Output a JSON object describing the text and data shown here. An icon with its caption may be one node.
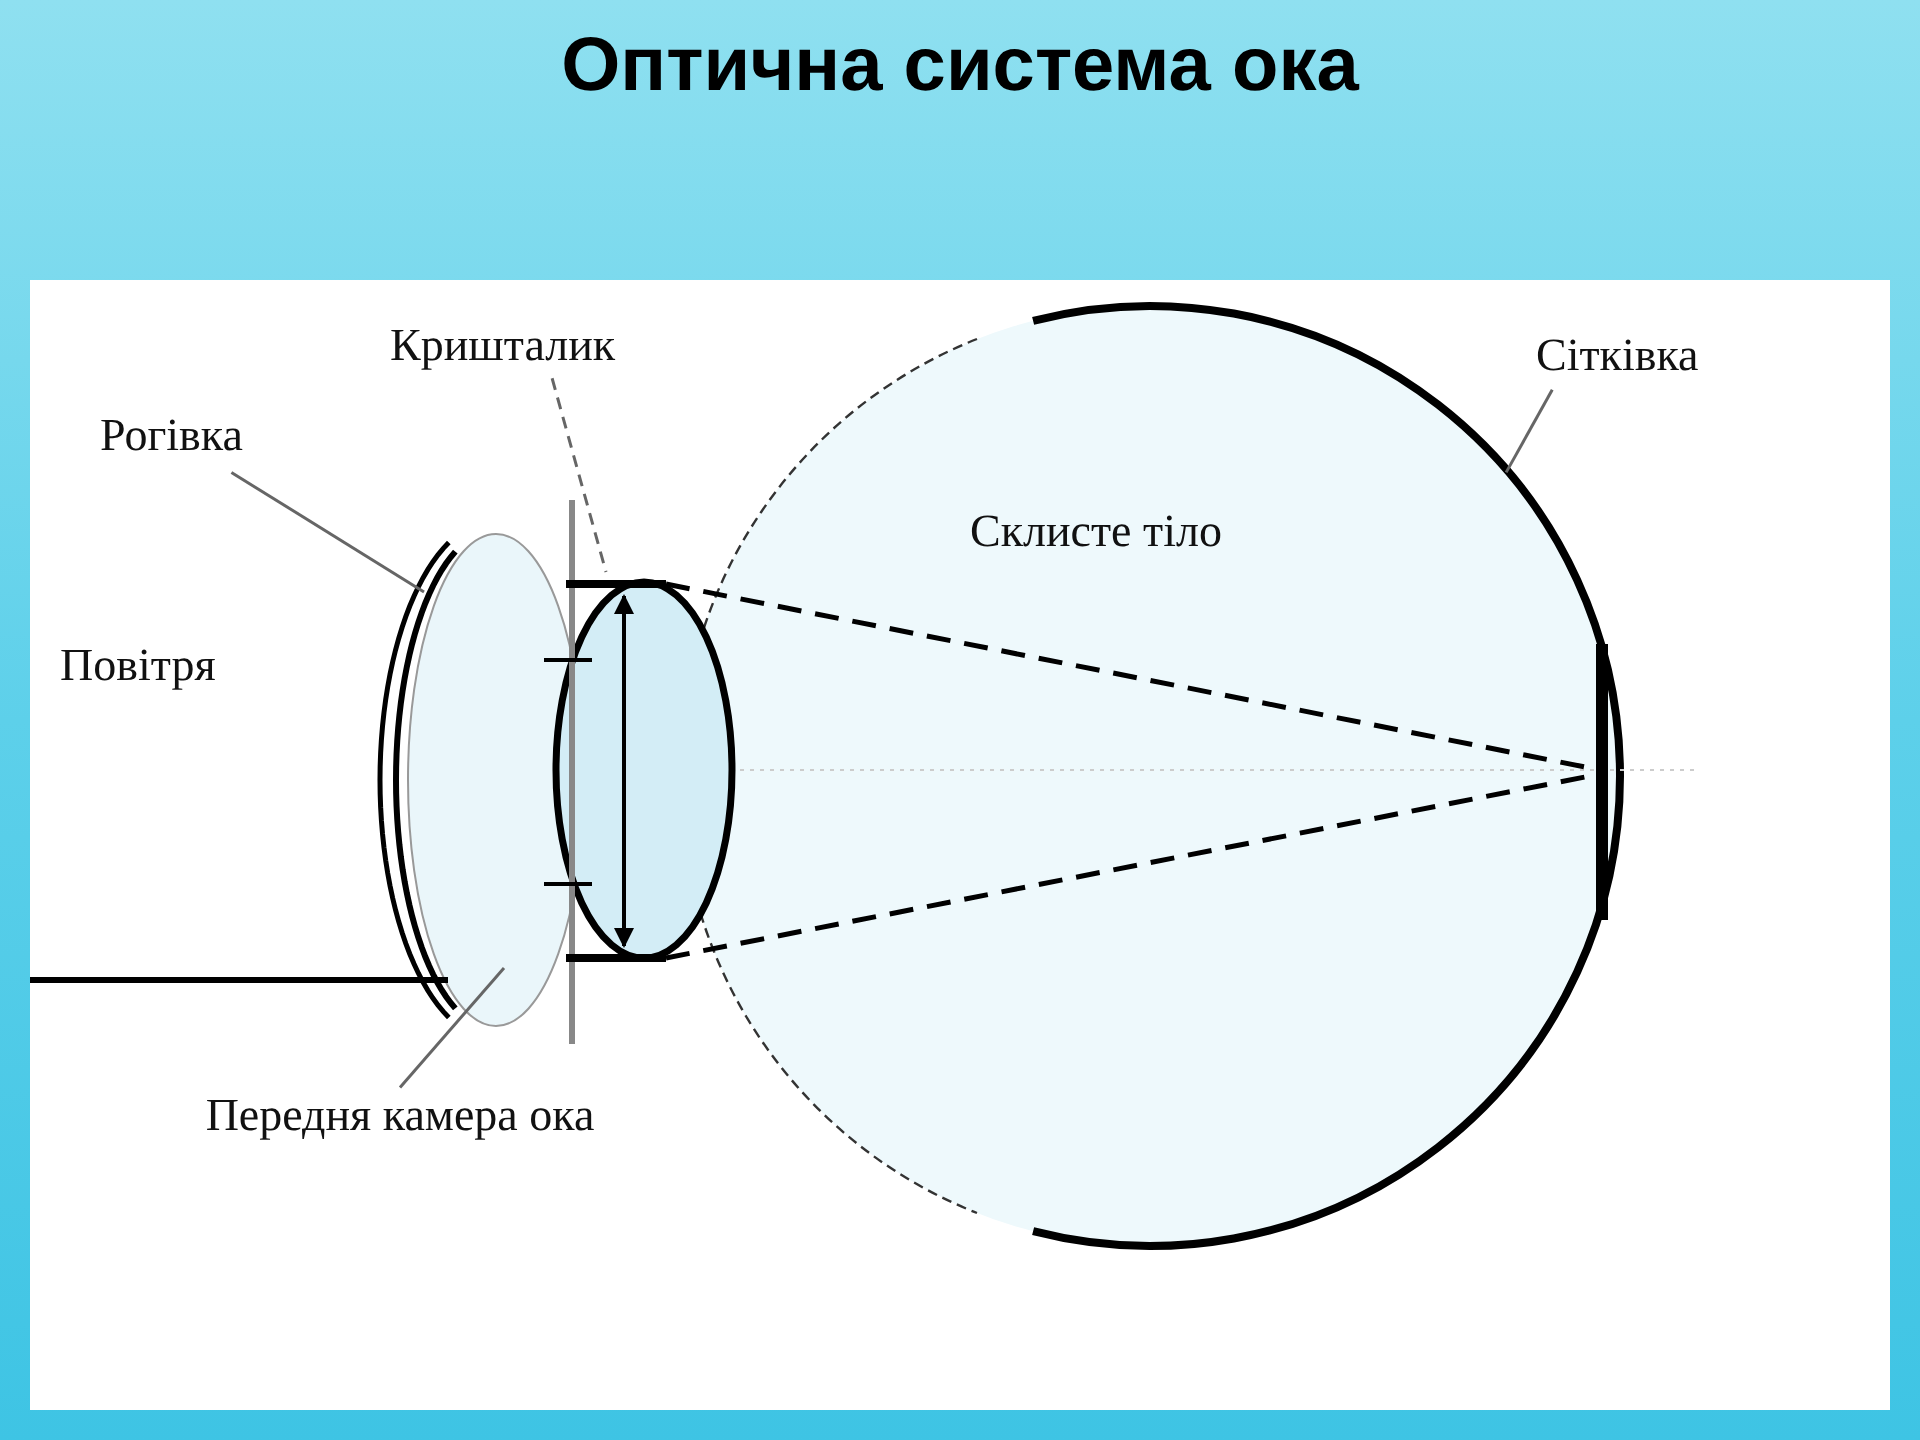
{
  "diagram": {
    "title": "Оптична система ока",
    "nodes": [
      {
        "text": [
          "Рогівка"
        ]
      },
      {
        "text": [
          "Кришталик"
        ]
      },
      {
        "text": [
          "Повітря"
        ]
      },
      {
        "text": [
          "Склисте тіло"
        ]
      },
      {
        "text": [
          "Сітківка"
        ]
      },
      {
        "text": [
          "Передня камера ока"
        ]
      }
    ],
    "edges": [
      {
        "from": 0,
        "to": null,
        "arrow": "none"
      },
      {
        "from": 1,
        "to": null,
        "arrow": "none",
        "style": "dashed"
      },
      {
        "from": 4,
        "to": 3,
        "arrow": "none"
      },
      {
        "from": 5,
        "to": null,
        "arrow": "none"
      }
    ]
  }
}
